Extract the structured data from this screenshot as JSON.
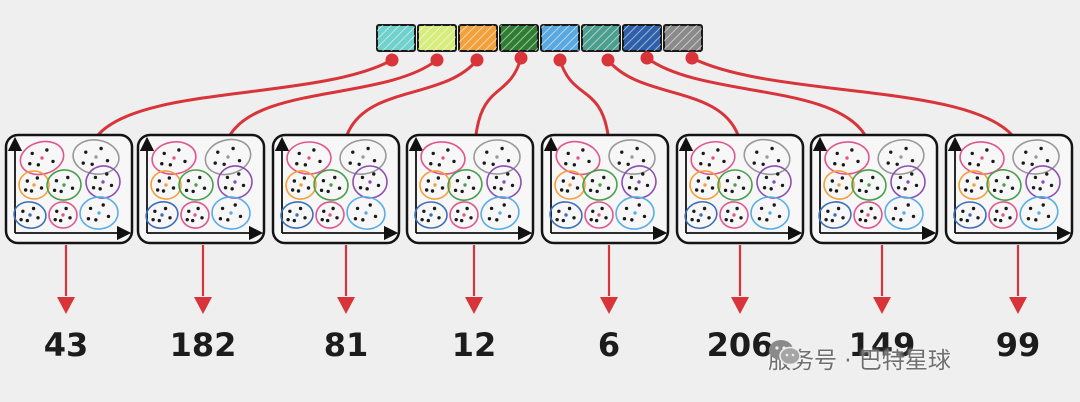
{
  "code_cells": [
    {
      "color": "#6fd0cc"
    },
    {
      "color": "#d6ec7c"
    },
    {
      "color": "#f2a03c"
    },
    {
      "color": "#2f7d33"
    },
    {
      "color": "#5aa8e0"
    },
    {
      "color": "#4c9e8f"
    },
    {
      "color": "#2e5fa8"
    },
    {
      "color": "#8a8a8a"
    }
  ],
  "connection_color": "#d8343a",
  "cluster_colors": [
    "#e2568e",
    "#9a9a9a",
    "#f2a03c",
    "#47a04a",
    "#8d4fb3",
    "#3d6fb8",
    "#e2568e",
    "#58aee6"
  ],
  "outputs": [
    "43",
    "182",
    "81",
    "12",
    "6",
    "206",
    "149",
    "99"
  ],
  "watermark": {
    "text": "服务号 · 巴特星球",
    "icon": "wechat-logo-icon"
  }
}
